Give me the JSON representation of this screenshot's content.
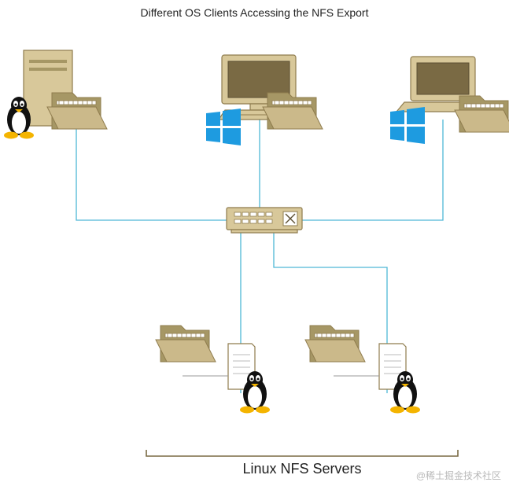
{
  "title": "Different OS Clients Accessing the NFS Export",
  "group_label": "Linux NFS Servers",
  "watermark": "@稀土掘金技术社区",
  "colors": {
    "device_fill": "#d8c89a",
    "device_stroke": "#8f7c4e",
    "folder_back": "#a69765",
    "folder_front": "#cbb98a",
    "link": "#4fb8d6",
    "windows": "#1e9be0",
    "bracket": "#7a6a44"
  },
  "nodes": [
    {
      "id": "client-linux-server",
      "kind": "tower",
      "os": "linux-penguin-icon"
    },
    {
      "id": "client-windows-desktop",
      "kind": "desktop",
      "os": "windows-logo-icon"
    },
    {
      "id": "client-windows-laptop",
      "kind": "laptop",
      "os": "windows-logo-icon"
    },
    {
      "id": "network-switch",
      "kind": "switch"
    },
    {
      "id": "nfs-server-1",
      "kind": "nfs-server",
      "os": "linux-penguin-icon"
    },
    {
      "id": "nfs-server-2",
      "kind": "nfs-server",
      "os": "linux-penguin-icon"
    }
  ],
  "edges": [
    {
      "from": "client-linux-server",
      "to": "network-switch"
    },
    {
      "from": "client-windows-desktop",
      "to": "network-switch"
    },
    {
      "from": "client-windows-laptop",
      "to": "network-switch"
    },
    {
      "from": "network-switch",
      "to": "nfs-server-1"
    },
    {
      "from": "network-switch",
      "to": "nfs-server-2"
    }
  ]
}
